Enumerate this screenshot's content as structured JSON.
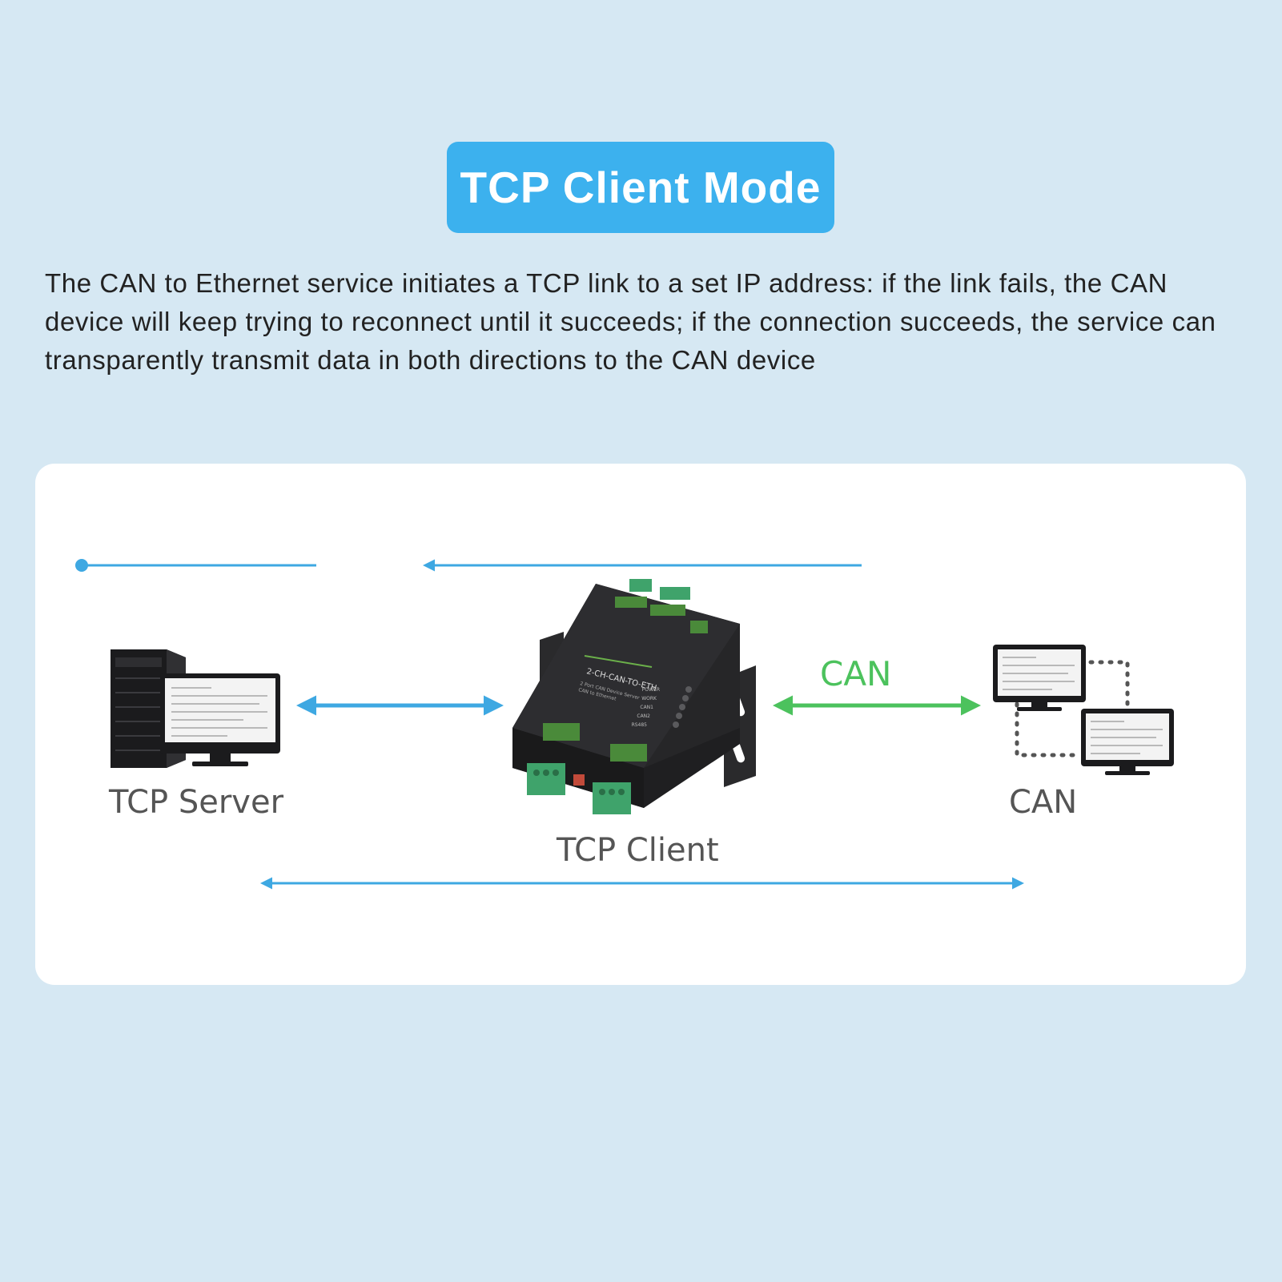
{
  "header": {
    "title": "TCP Client Mode"
  },
  "description": "The CAN to Ethernet service initiates a TCP link to a set IP address: if the link fails, the CAN device will keep trying to reconnect until it succeeds; if the connection succeeds, the service can transparently transmit data in both directions to the CAN device",
  "diagram": {
    "server_label": "TCP Server",
    "client_label": "TCP Client",
    "can_label": "CAN",
    "can_link_label": "CAN"
  },
  "device": {
    "model": "2-CH-CAN-TO-ETH",
    "subtitle_line1": "2 Port CAN Device Server",
    "subtitle_line2": "CAN to Ethernet",
    "leds": [
      "POWER",
      "WORK",
      "CAN1",
      "CAN2",
      "RS485"
    ]
  },
  "colors": {
    "background": "#d6e8f3",
    "title_badge": "#3cb1ee",
    "arrow_blue": "#3ea8e2",
    "arrow_green": "#4cc25d",
    "device_body": "#252526",
    "terminal_green": "#3fa36b"
  }
}
